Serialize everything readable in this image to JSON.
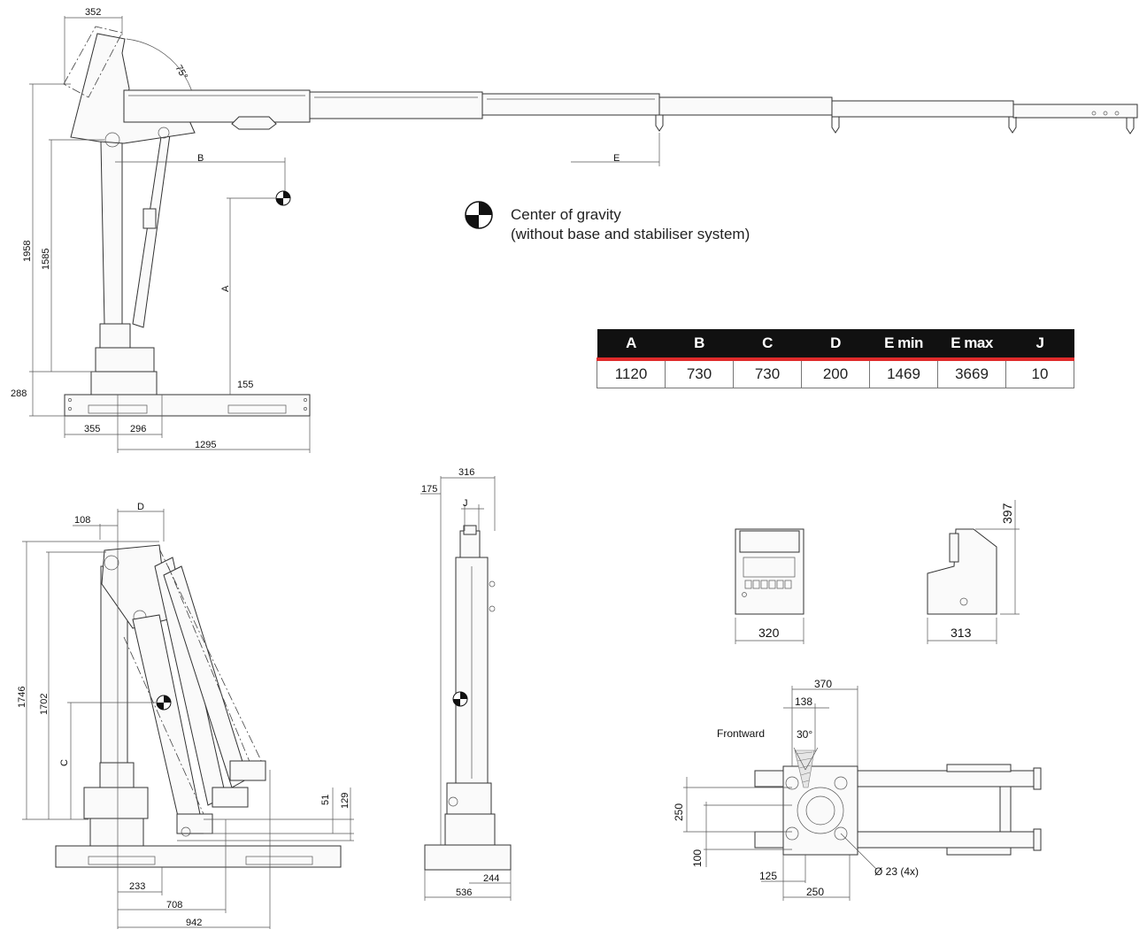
{
  "legend": {
    "line1": "Center of gravity",
    "line2": "(without base and stabiliser system)"
  },
  "table": {
    "headers": [
      "A",
      "B",
      "C",
      "D",
      "E min",
      "E max",
      "J"
    ],
    "values": [
      "1120",
      "730",
      "730",
      "200",
      "1469",
      "3669",
      "10"
    ],
    "header_bg": "#111111",
    "accent": "#e02b2b"
  },
  "side_view": {
    "dims": {
      "top_width": "352",
      "angle": "75°",
      "total_height": "1958",
      "column_height": "1585",
      "base_height": "288",
      "base_offset": "155",
      "cog_A": "A",
      "cog_B": "B",
      "reach_E": "E",
      "base_left": "355",
      "base_mid": "296",
      "base_length": "1295"
    }
  },
  "folded_view": {
    "dims": {
      "offset": "108",
      "D": "D",
      "height_total": "1746",
      "height_folded": "1702",
      "C": "C",
      "d51": "51",
      "d129": "129",
      "d233": "233",
      "d708": "708",
      "d942": "942"
    }
  },
  "front_view": {
    "dims": {
      "width": "316",
      "offset": "175",
      "J": "J",
      "d244": "244",
      "d536": "536"
    }
  },
  "control_box": {
    "front_width": "320",
    "side_width": "313",
    "height": "397"
  },
  "base_plate": {
    "d370": "370",
    "d138": "138",
    "frontward": "Frontward",
    "angle": "30°",
    "d250v": "250",
    "d100": "100",
    "d125": "125",
    "d250h": "250",
    "holes": "Ø 23 (4x)"
  }
}
